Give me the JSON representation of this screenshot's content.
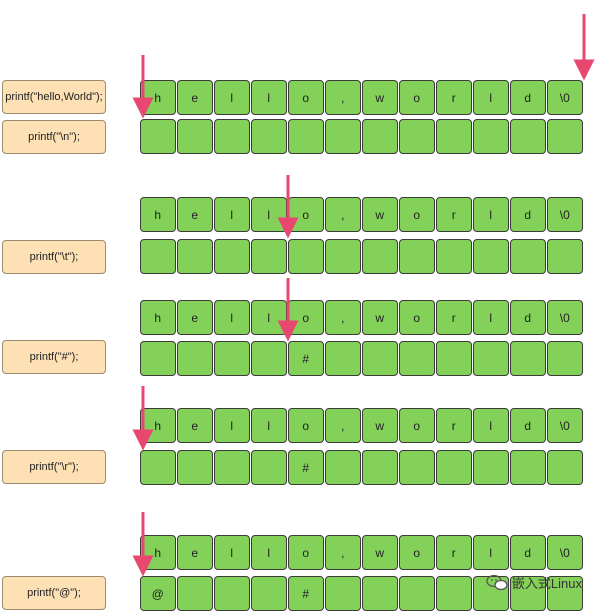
{
  "labels": [
    "printf(\"hello,World\");",
    "printf(\"\\n\");",
    "printf(\"\\t\");",
    "printf(\"#\");",
    "printf(\"\\r\");",
    "printf(\"@\");"
  ],
  "rows": [
    {
      "cells": [
        "h",
        "e",
        "l",
        "l",
        "o",
        ",",
        "w",
        "o",
        "r",
        "l",
        "d",
        "\\0"
      ]
    },
    {
      "cells": [
        "",
        "",
        "",
        "",
        "",
        "",
        "",
        "",
        "",
        "",
        "",
        ""
      ]
    },
    {
      "cells": [
        "h",
        "e",
        "l",
        "l",
        "o",
        ",",
        "w",
        "o",
        "r",
        "l",
        "d",
        "\\0"
      ]
    },
    {
      "cells": [
        "",
        "",
        "",
        "",
        "",
        "",
        "",
        "",
        "",
        "",
        "",
        ""
      ]
    },
    {
      "cells": [
        "h",
        "e",
        "l",
        "l",
        "o",
        ",",
        "w",
        "o",
        "r",
        "l",
        "d",
        "\\0"
      ]
    },
    {
      "cells": [
        "",
        "",
        "",
        "",
        "#",
        "",
        "",
        "",
        "",
        "",
        "",
        ""
      ]
    },
    {
      "cells": [
        "h",
        "e",
        "l",
        "l",
        "o",
        ",",
        "w",
        "o",
        "r",
        "l",
        "d",
        "\\0"
      ]
    },
    {
      "cells": [
        "",
        "",
        "",
        "",
        "#",
        "",
        "",
        "",
        "",
        "",
        "",
        ""
      ]
    },
    {
      "cells": [
        "h",
        "e",
        "l",
        "l",
        "o",
        ",",
        "w",
        "o",
        "r",
        "l",
        "d",
        "\\0"
      ]
    },
    {
      "cells": [
        "@",
        "",
        "",
        "",
        "#",
        "",
        "",
        "",
        "",
        "",
        "",
        ""
      ]
    }
  ],
  "watermark": {
    "text": "嵌入式Linux",
    "icon": "wechat-icon"
  },
  "colors": {
    "cell": "#84d159",
    "label": "#fde1b4",
    "arrow": "#e8486f"
  }
}
